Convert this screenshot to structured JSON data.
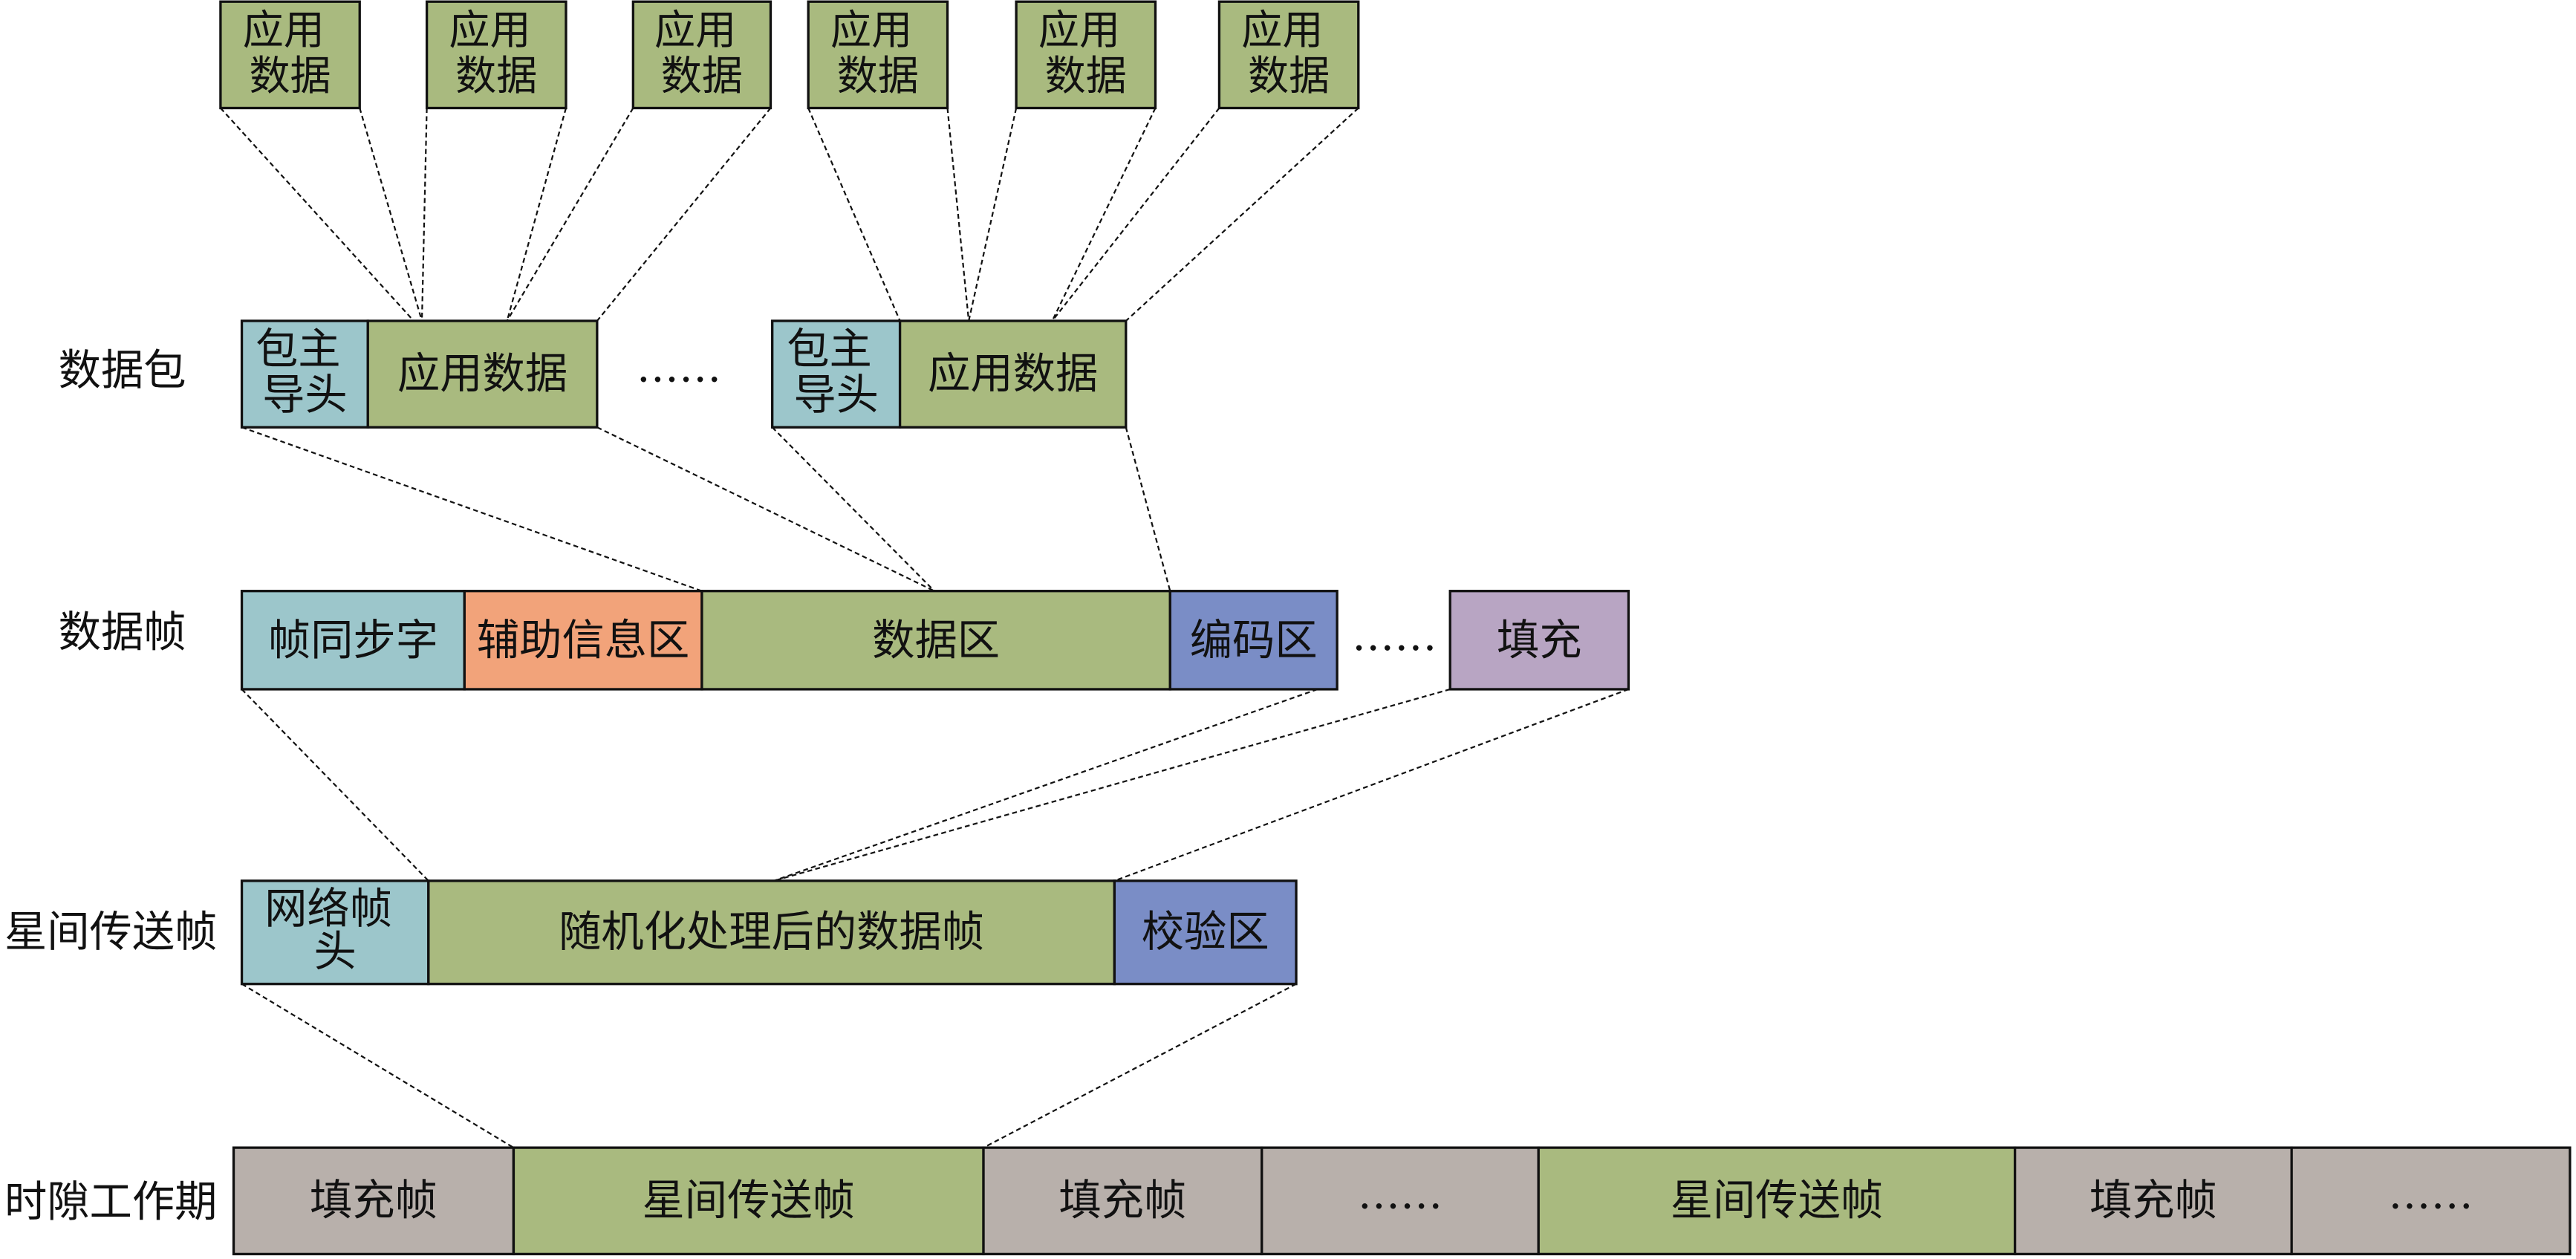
{
  "colors": {
    "green": "#a9ba7f",
    "teal": "#9cc6cb",
    "orange": "#f2a37a",
    "blue": "#7a8dc6",
    "lilac": "#b8a5c3",
    "gray": "#b8b0ab"
  },
  "app_data": {
    "boxes": [
      {
        "lines": [
          "应用",
          "数据"
        ]
      },
      {
        "lines": [
          "应用",
          "数据"
        ]
      },
      {
        "lines": [
          "应用",
          "数据"
        ]
      },
      {
        "lines": [
          "应用",
          "数据"
        ]
      },
      {
        "lines": [
          "应用",
          "数据"
        ]
      },
      {
        "lines": [
          "应用",
          "数据"
        ]
      }
    ]
  },
  "packet": {
    "label": "数据包",
    "packets": [
      {
        "header": [
          "包主",
          "导头"
        ],
        "data": "应用数据"
      },
      {
        "header": [
          "包主",
          "导头"
        ],
        "data": "应用数据"
      }
    ],
    "ellipsis": "……"
  },
  "frame": {
    "label": "数据帧",
    "fields": [
      "帧同步字",
      "辅助信息区",
      "数据区",
      "编码区"
    ],
    "ellipsis": "……",
    "fill": "填充"
  },
  "isl_frame": {
    "label": "星间传送帧",
    "header": [
      "网络帧",
      "头"
    ],
    "data": "随机化处理后的数据帧",
    "check": "校验区"
  },
  "slot": {
    "label": "时隙工作期",
    "cells": [
      "填充帧",
      "星间传送帧",
      "填充帧",
      "……",
      "星间传送帧",
      "填充帧",
      "……"
    ]
  }
}
